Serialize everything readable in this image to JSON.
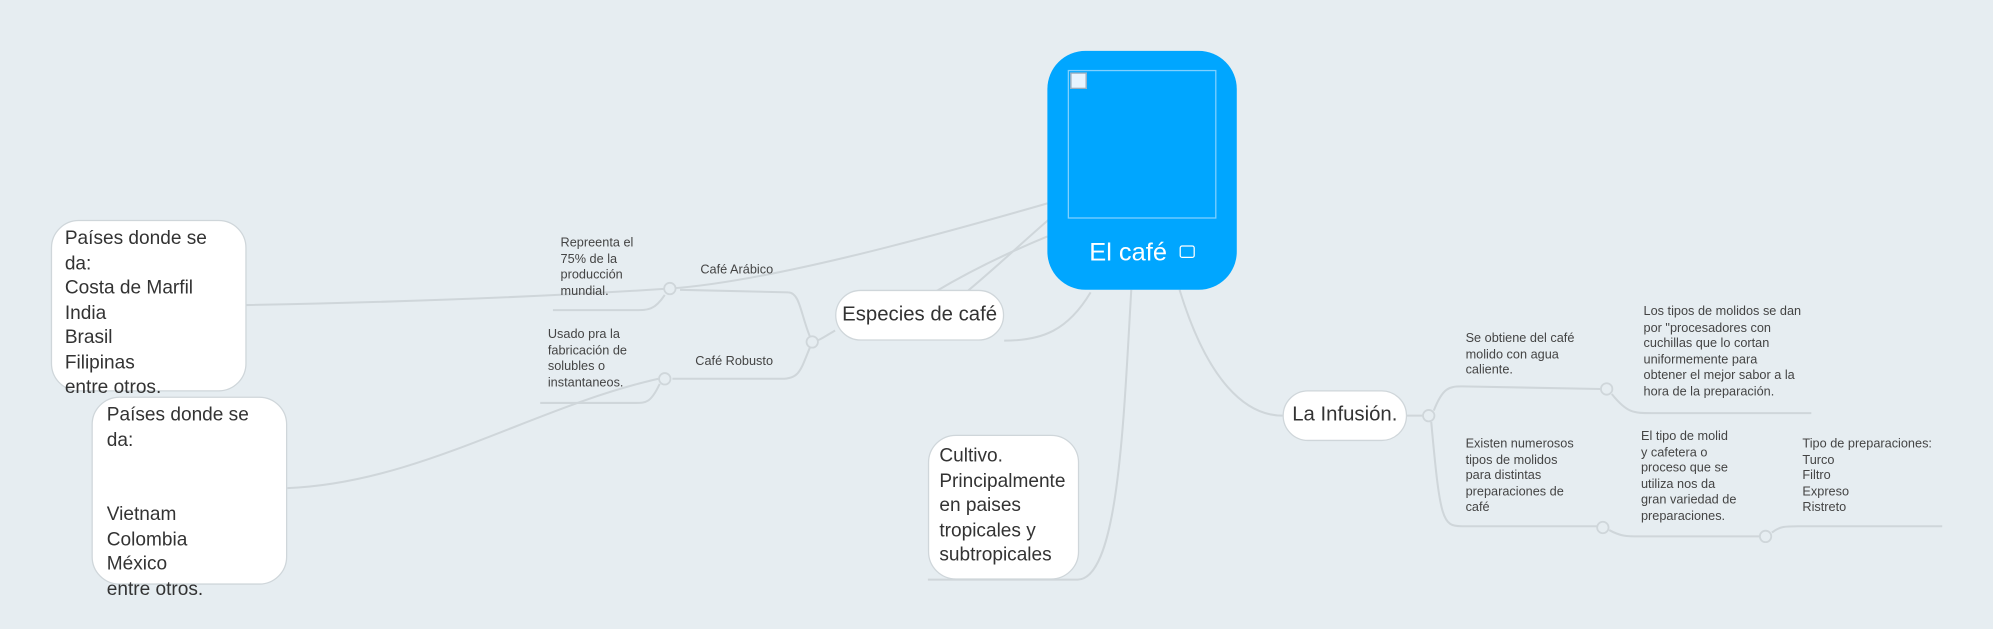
{
  "colors": {
    "background": "#e6edf1",
    "central": "#00a6ff",
    "edge": "#cfd6da"
  },
  "central": {
    "title": "El café",
    "image_icon": "image-icon"
  },
  "especies": {
    "label": "Especies de café",
    "arabico": {
      "label": "Café Arábico",
      "note": "Repreenta el\n75% de la\nproducción\nmundial."
    },
    "robusto": {
      "label": "Café Robusto",
      "note": "Usado pra la\nfabricación de\nsolubles o\ninstantaneos."
    }
  },
  "paises_front": {
    "lines": [
      "Países donde se da:",
      "Costa de Marfil",
      "India",
      "Brasil",
      "Filipinas",
      "entre otros."
    ]
  },
  "paises_back": {
    "lines": [
      "Países donde se da:",
      "",
      "",
      "Vietnam",
      "Colombia",
      "México",
      "entre otros."
    ]
  },
  "cultivo": {
    "text": "Cultivo. Principalmente en paises tropicales y subtropicales"
  },
  "infusion": {
    "label": "La Infusión.",
    "a": "Se obtiene del café\nmolido con agua\ncaliente.",
    "a1": "Los tipos de molidos se dan\npor \"procesadores con\ncuchillas que lo cortan\nuniformemente para\nobtener el mejor sabor a la\nhora de la preparación.",
    "b": "Existen numerosos\ntipos de molidos\npara distintas\npreparaciones de\ncafé",
    "b1": "El tipo de molid\ny cafetera o\nproceso que se\nutiliza nos da\ngran variedad de\npreparaciones.",
    "b2": "Tipo de preparaciones:\nTurco\nFiltro\nExpreso\nRistreto"
  }
}
